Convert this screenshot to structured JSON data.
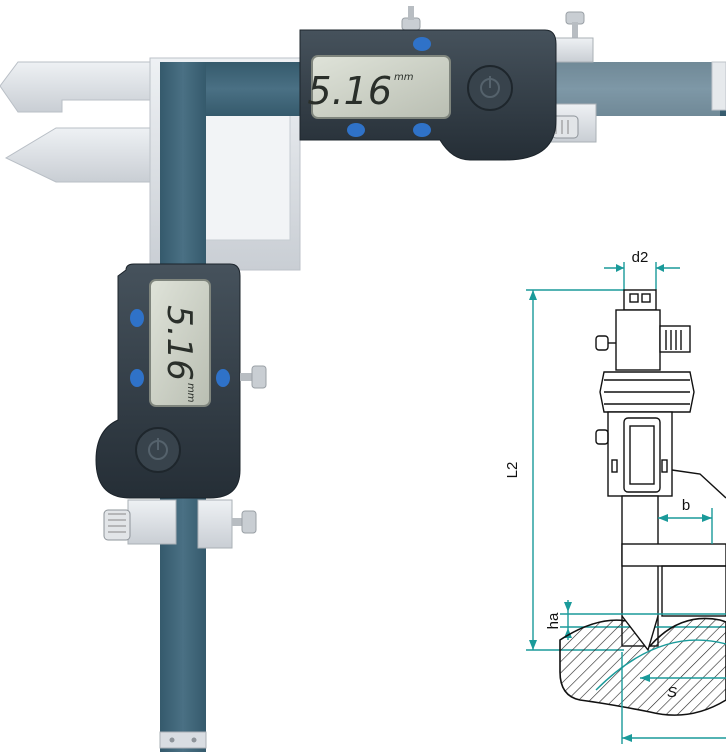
{
  "caliper_top": {
    "reading": "5.16",
    "unit": "mm"
  },
  "caliper_side": {
    "reading": "5.16",
    "unit": "mm"
  },
  "diagram": {
    "labels": {
      "d2": "d2",
      "L2": "L2",
      "b": "b",
      "ha": "ha",
      "s": "S"
    }
  },
  "colors": {
    "dimension_line": "#1a9a9a",
    "body_dark": "#2f3a44",
    "beam_blue": "#3e6478",
    "steel": "#d8dde2",
    "button_blue": "#2f72c8"
  }
}
